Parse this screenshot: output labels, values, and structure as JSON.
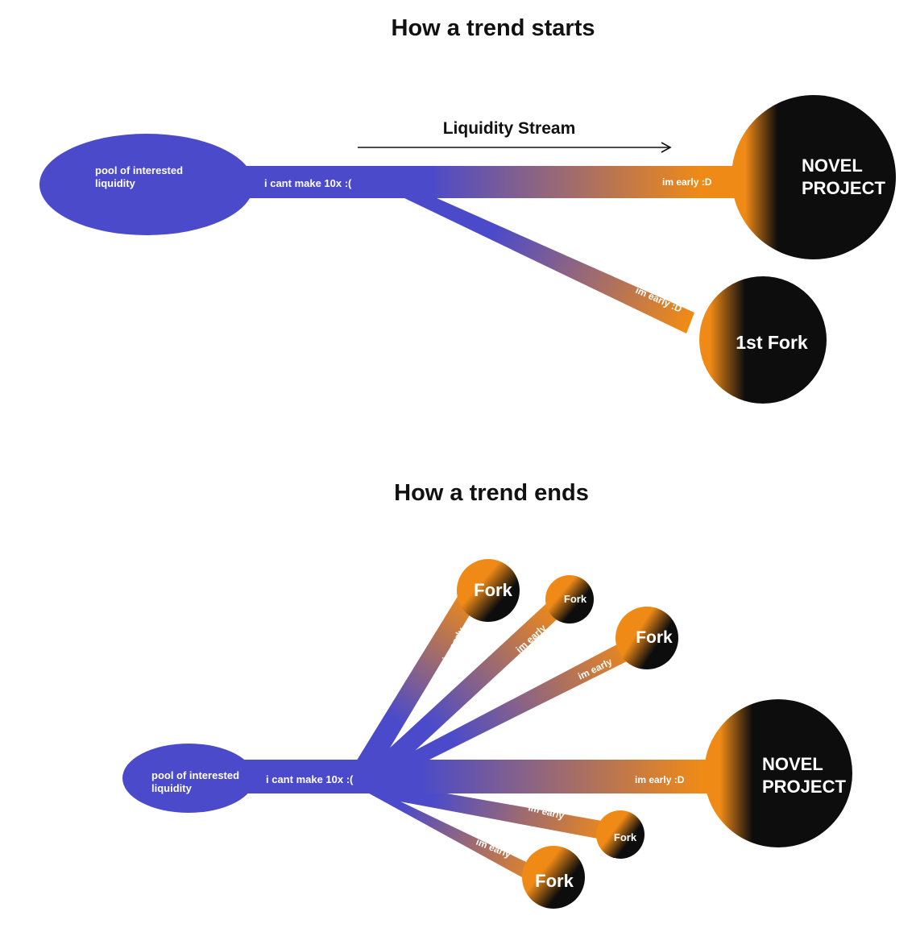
{
  "colors": {
    "blue": "#4a4acb",
    "orange": "#ef8a17",
    "black": "#0d0d0d",
    "text_dark": "#111111"
  },
  "top": {
    "title": "How a trend starts",
    "stream_label": "Liquidity Stream",
    "pool_label": [
      "pool of interested",
      "liquidity"
    ],
    "cant_label": "i cant make 10x :(",
    "main_early_label": "im early :D",
    "fork_early_label": "im early :D",
    "novel_label": [
      "NOVEL",
      "PROJECT"
    ],
    "fork_label": "1st Fork"
  },
  "bottom": {
    "title": "How a trend ends",
    "pool_label": [
      "pool of interested",
      "liquidity"
    ],
    "cant_label": "i cant make 10x :(",
    "main_early_label": "im early :D",
    "novel_label": [
      "NOVEL",
      "PROJECT"
    ],
    "forks": [
      {
        "label": "Fork",
        "branch_label": "im early"
      },
      {
        "label": "Fork",
        "branch_label": "im early"
      },
      {
        "label": "Fork",
        "branch_label": "im early"
      },
      {
        "label": "Fork",
        "branch_label": "im early"
      },
      {
        "label": "Fork",
        "branch_label": "im early"
      }
    ]
  }
}
